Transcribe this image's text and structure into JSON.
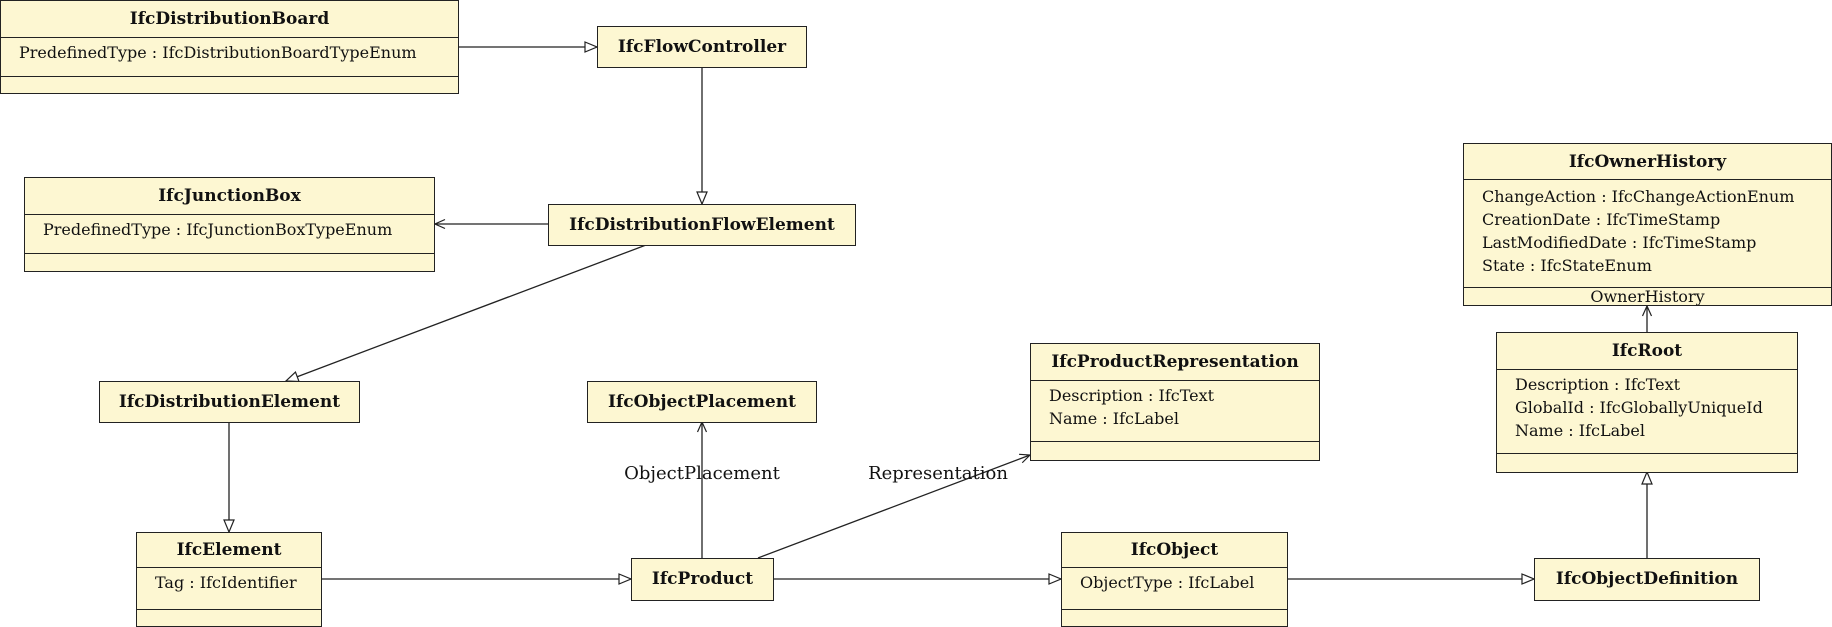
{
  "classes": {
    "distribution_board": {
      "name": "IfcDistributionBoard",
      "attrs": [
        "PredefinedType : IfcDistributionBoardTypeEnum"
      ]
    },
    "flow_controller": {
      "name": "IfcFlowController"
    },
    "junction_box": {
      "name": "IfcJunctionBox",
      "attrs": [
        "PredefinedType : IfcJunctionBoxTypeEnum"
      ]
    },
    "distribution_flow_element": {
      "name": "IfcDistributionFlowElement"
    },
    "distribution_element": {
      "name": "IfcDistributionElement"
    },
    "object_placement": {
      "name": "IfcObjectPlacement"
    },
    "product_representation": {
      "name": "IfcProductRepresentation",
      "attrs": [
        "Description : IfcText",
        "Name : IfcLabel"
      ]
    },
    "owner_history": {
      "name": "IfcOwnerHistory",
      "attrs": [
        "ChangeAction : IfcChangeActionEnum",
        "CreationDate : IfcTimeStamp",
        "LastModifiedDate : IfcTimeStamp",
        "State : IfcStateEnum"
      ],
      "ops_label": "OwnerHistory"
    },
    "root": {
      "name": "IfcRoot",
      "attrs": [
        "Description : IfcText",
        "GlobalId : IfcGloballyUniqueId",
        "Name : IfcLabel"
      ]
    },
    "element": {
      "name": "IfcElement",
      "attrs": [
        "Tag : IfcIdentifier"
      ]
    },
    "product": {
      "name": "IfcProduct"
    },
    "object": {
      "name": "IfcObject",
      "attrs": [
        "ObjectType : IfcLabel"
      ]
    },
    "object_definition": {
      "name": "IfcObjectDefinition"
    }
  },
  "edge_labels": {
    "object_placement": "ObjectPlacement",
    "representation": "Representation"
  },
  "colors": {
    "class_fill": "#fdf7d2",
    "line": "#222222"
  }
}
